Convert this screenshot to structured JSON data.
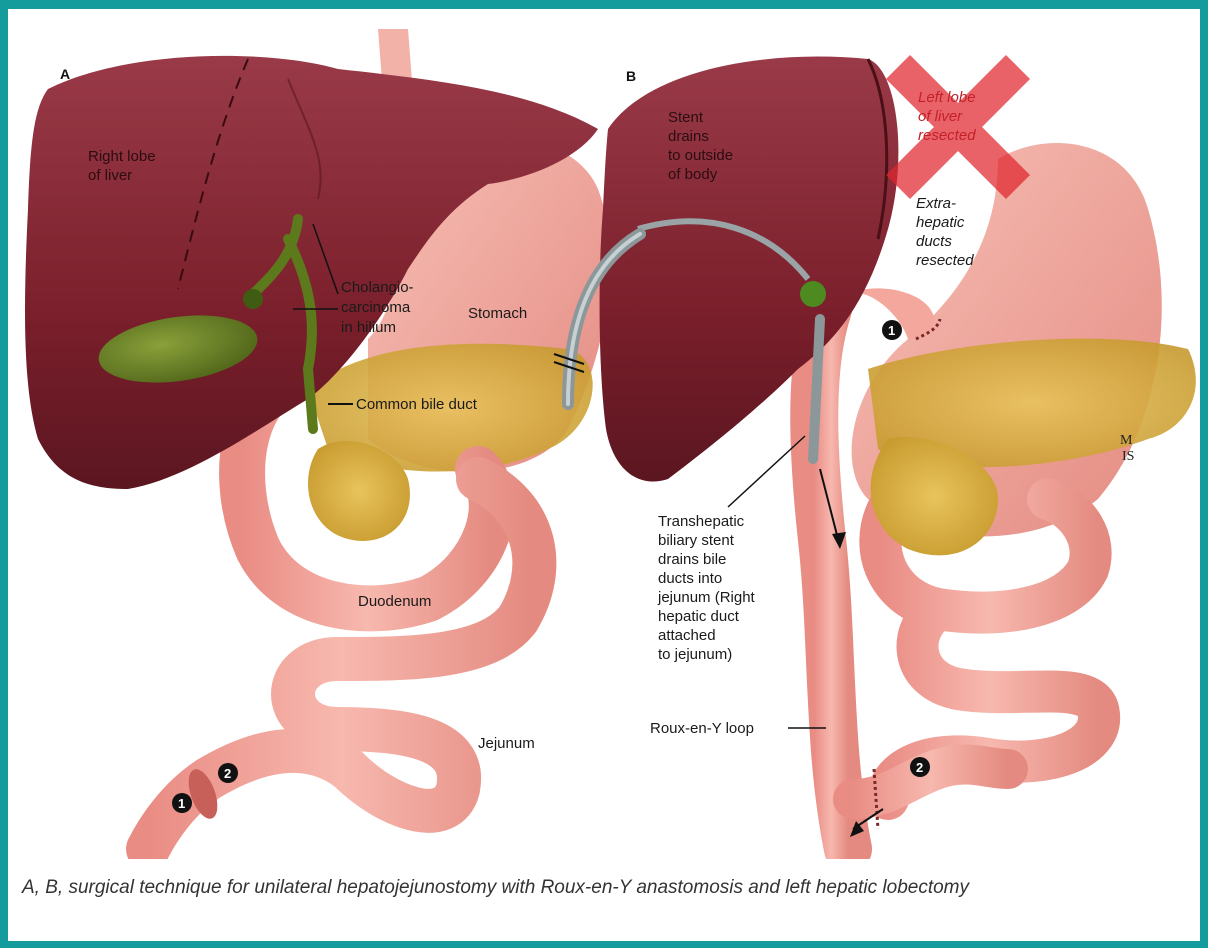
{
  "panels": {
    "a": "A",
    "b": "B"
  },
  "labels_a": {
    "right_lobe": [
      "Right lobe",
      "of liver"
    ],
    "cholangio": [
      "Cholangio-",
      "carcinoma",
      "in hilium"
    ],
    "stomach": "Stomach",
    "common_bile_duct": "Common bile duct",
    "duodenum": "Duodenum",
    "jejunum": "Jejunum",
    "marker_1": "1",
    "marker_2": "2"
  },
  "labels_b": {
    "stent": [
      "Stent",
      "drains",
      "to outside",
      "of body"
    ],
    "left_lobe": [
      "Left lobe",
      "of liver",
      "resected"
    ],
    "extrahepatic": [
      "Extra-",
      "hepatic",
      "ducts",
      "resected"
    ],
    "transhepatic": [
      "Transhepatic",
      "biliary stent",
      "drains bile",
      "ducts into",
      "jejunum (Right",
      "hepatic duct",
      "attached",
      "to jejunum)"
    ],
    "roux": "Roux-en-Y loop",
    "marker_1": "1",
    "marker_2": "2"
  },
  "signature": [
    "M",
    "IS"
  ],
  "caption": "A, B, surgical technique for unilateral hepatojejunostomy with Roux-en-Y anastomosis and left hepatic lobectomy",
  "colors": {
    "frame": "#149b9b",
    "liver": "#7a1f2b",
    "intestine": "#f0a59c",
    "pancreas": "#e0b04a",
    "gallbladder": "#6f8a2a",
    "cross": "#e0262e"
  }
}
